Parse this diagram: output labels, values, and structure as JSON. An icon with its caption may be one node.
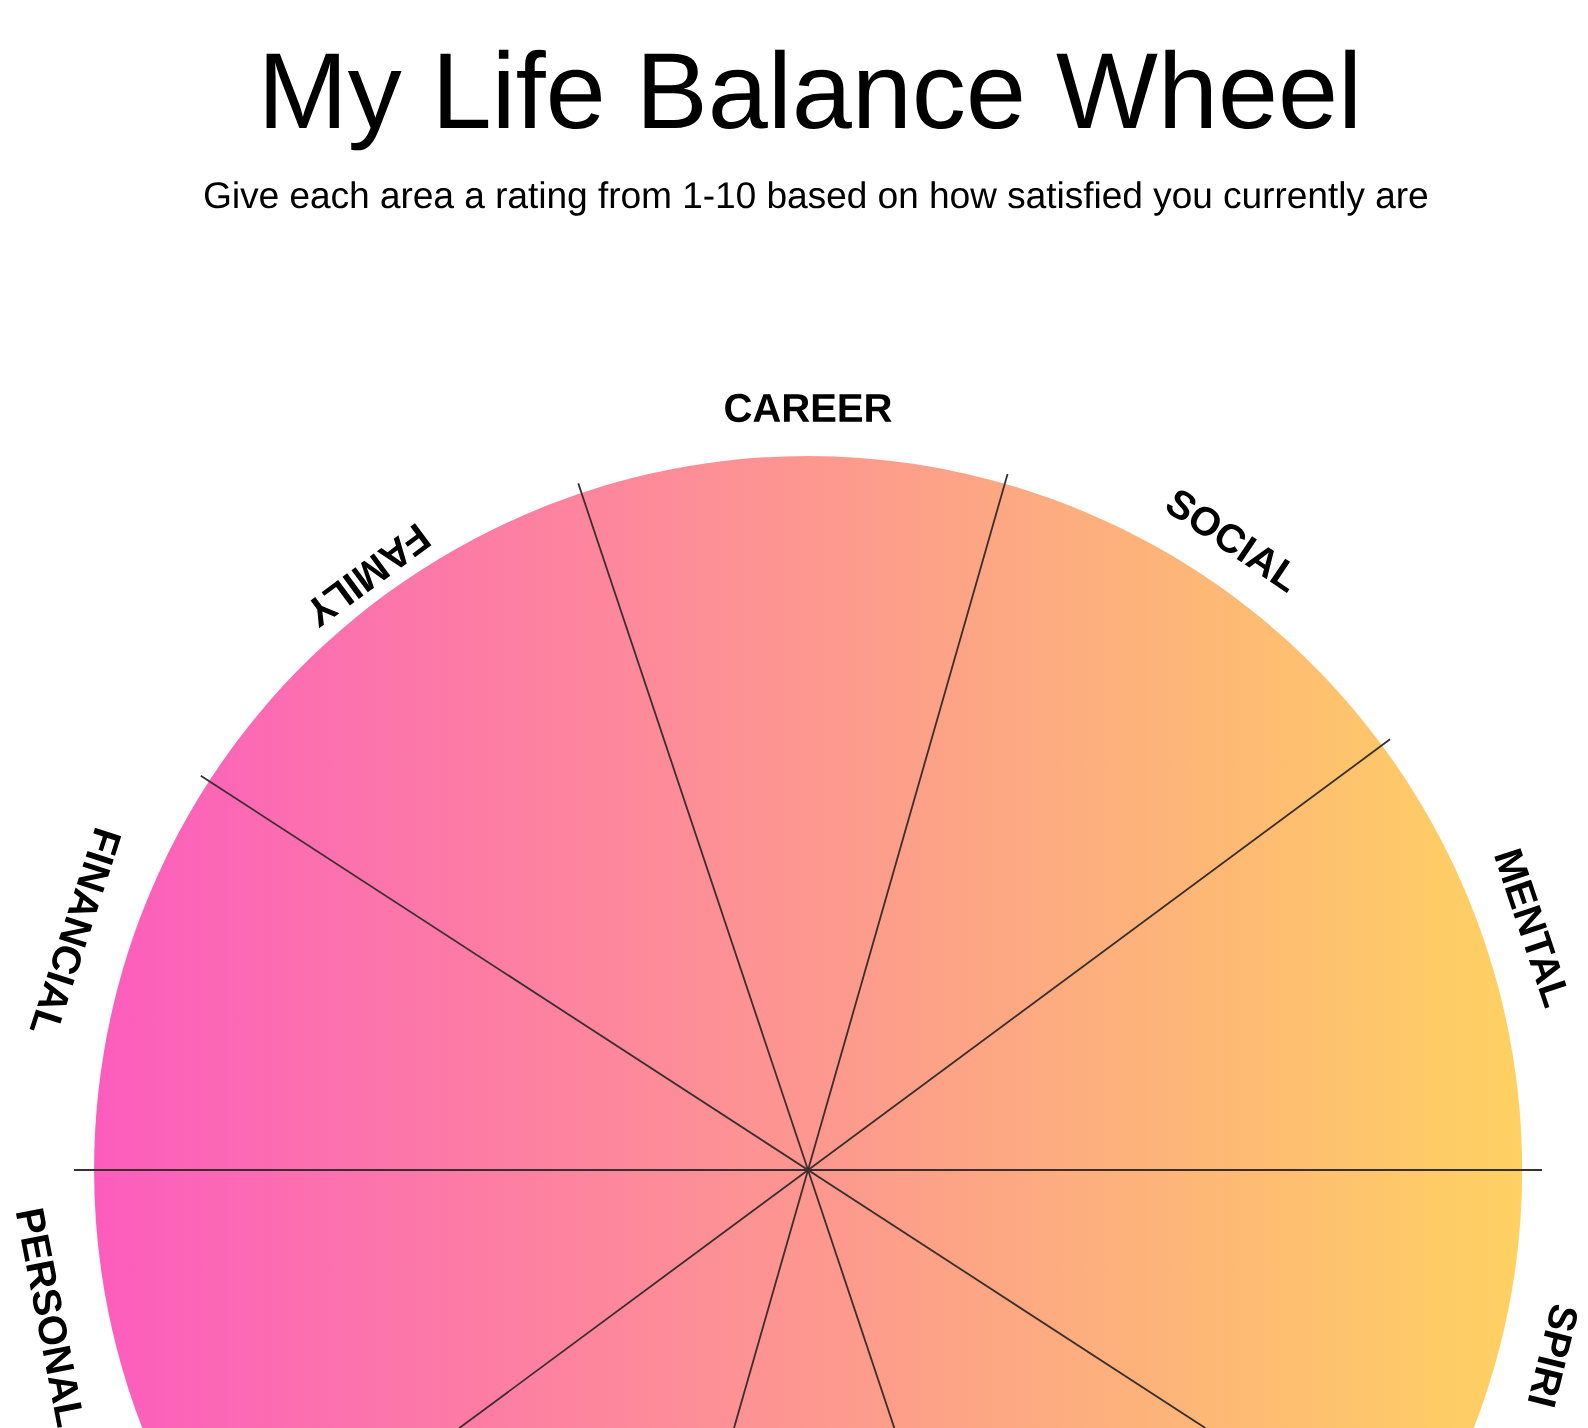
{
  "diagram": {
    "title": "My Life Balance Wheel",
    "labels": [
      "Give each area a rating from 1-10 based on how satisfied you currently are",
      "CAREER",
      "FAMILY",
      "SOCIAL",
      "FINANCIAL",
      "MENTAL",
      "PERSONAL",
      "SPIRI"
    ]
  }
}
